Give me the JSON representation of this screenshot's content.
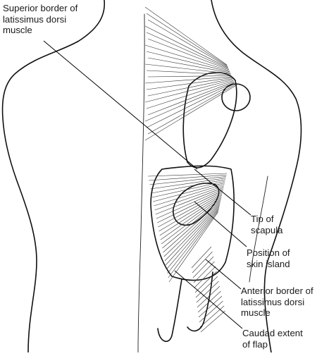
{
  "figure": {
    "labels": {
      "superior_border": [
        "Superior border of",
        "latissimus dorsi",
        "muscle"
      ],
      "tip_scapula": [
        "Tip of",
        "scapula"
      ],
      "skin_island": [
        "Position of",
        "skin island"
      ],
      "anterior_border": [
        "Anterior border of",
        "latissimus dorsi",
        "muscle"
      ],
      "caudad_extent": [
        "Caudad extent",
        "of flap"
      ]
    },
    "colors": {
      "ink": "#111111",
      "background": "#ffffff"
    }
  }
}
